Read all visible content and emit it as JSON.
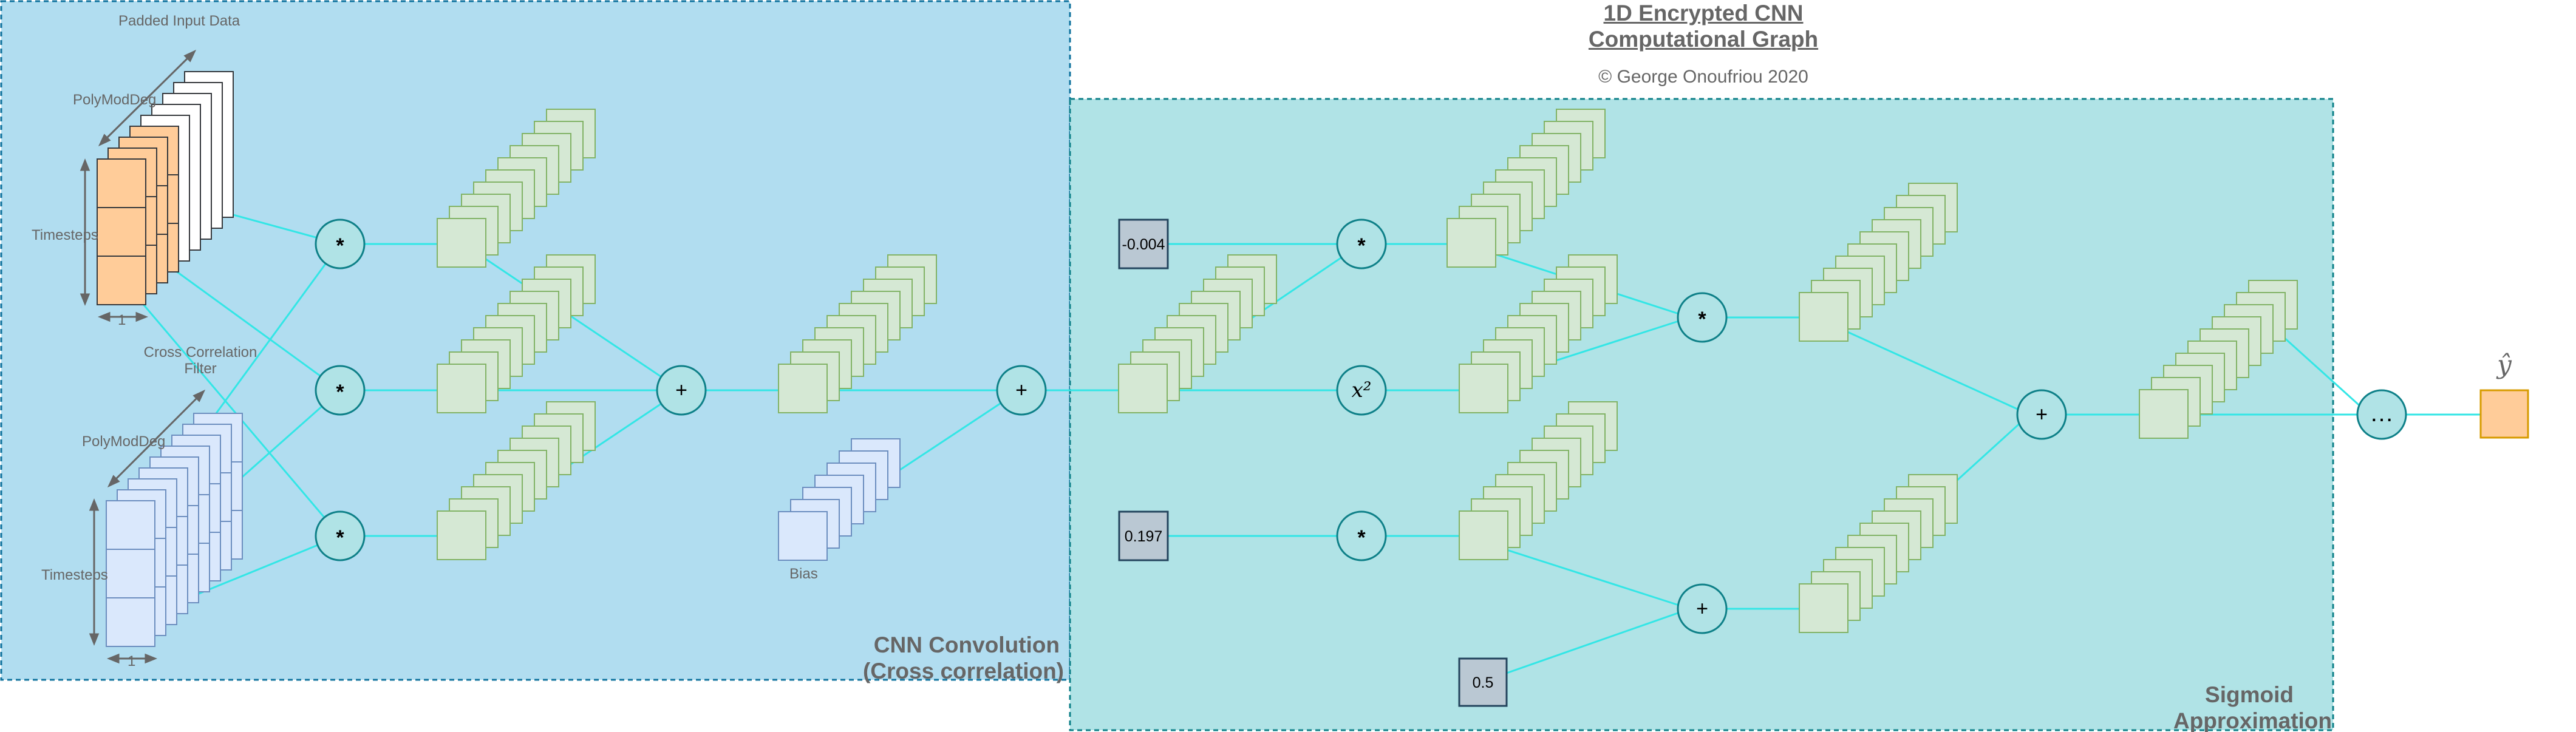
{
  "title": {
    "line1": "1D Encrypted CNN",
    "line2": "Computational Graph"
  },
  "copyright": "© George Onoufriou 2020",
  "regions": {
    "convolution": {
      "label_line1": "CNN Convolution",
      "label_line2": "(Cross correlation)",
      "fill": "#b1ddf0"
    },
    "sigmoid": {
      "label_line1": "Sigmoid",
      "label_line2": "Approximation",
      "fill": "#b0e3e6"
    }
  },
  "inputs": {
    "data_label": "Padded Input Data",
    "filter_label_line1": "Cross Correlation",
    "filter_label_line2": "Filter",
    "polymoddeg": "PolyModDeg",
    "timesteps": "Timesteps",
    "width_one": "1",
    "bias": "Bias"
  },
  "operators": {
    "multiply": "*",
    "add": "+",
    "square": "x²",
    "ellipsis": "…"
  },
  "constants": {
    "c1": "-0.004",
    "c2": "0.197",
    "c3": "0.5"
  },
  "output": "ŷ",
  "colors": {
    "edge": "#33e6e6",
    "node_fill": "#b0e3e6",
    "node_stroke": "#0e8088",
    "cube_fill": "#d5e8d4",
    "cube_stroke": "#82b366",
    "data_fill": "#ffcc99",
    "data_stroke": "#36393d",
    "filter_fill": "#dae8fc",
    "filter_stroke": "#6c8ebf",
    "const_fill": "#bac8d3",
    "const_stroke": "#23445d",
    "output_fill": "#ffcc99",
    "output_stroke": "#d79b00"
  }
}
